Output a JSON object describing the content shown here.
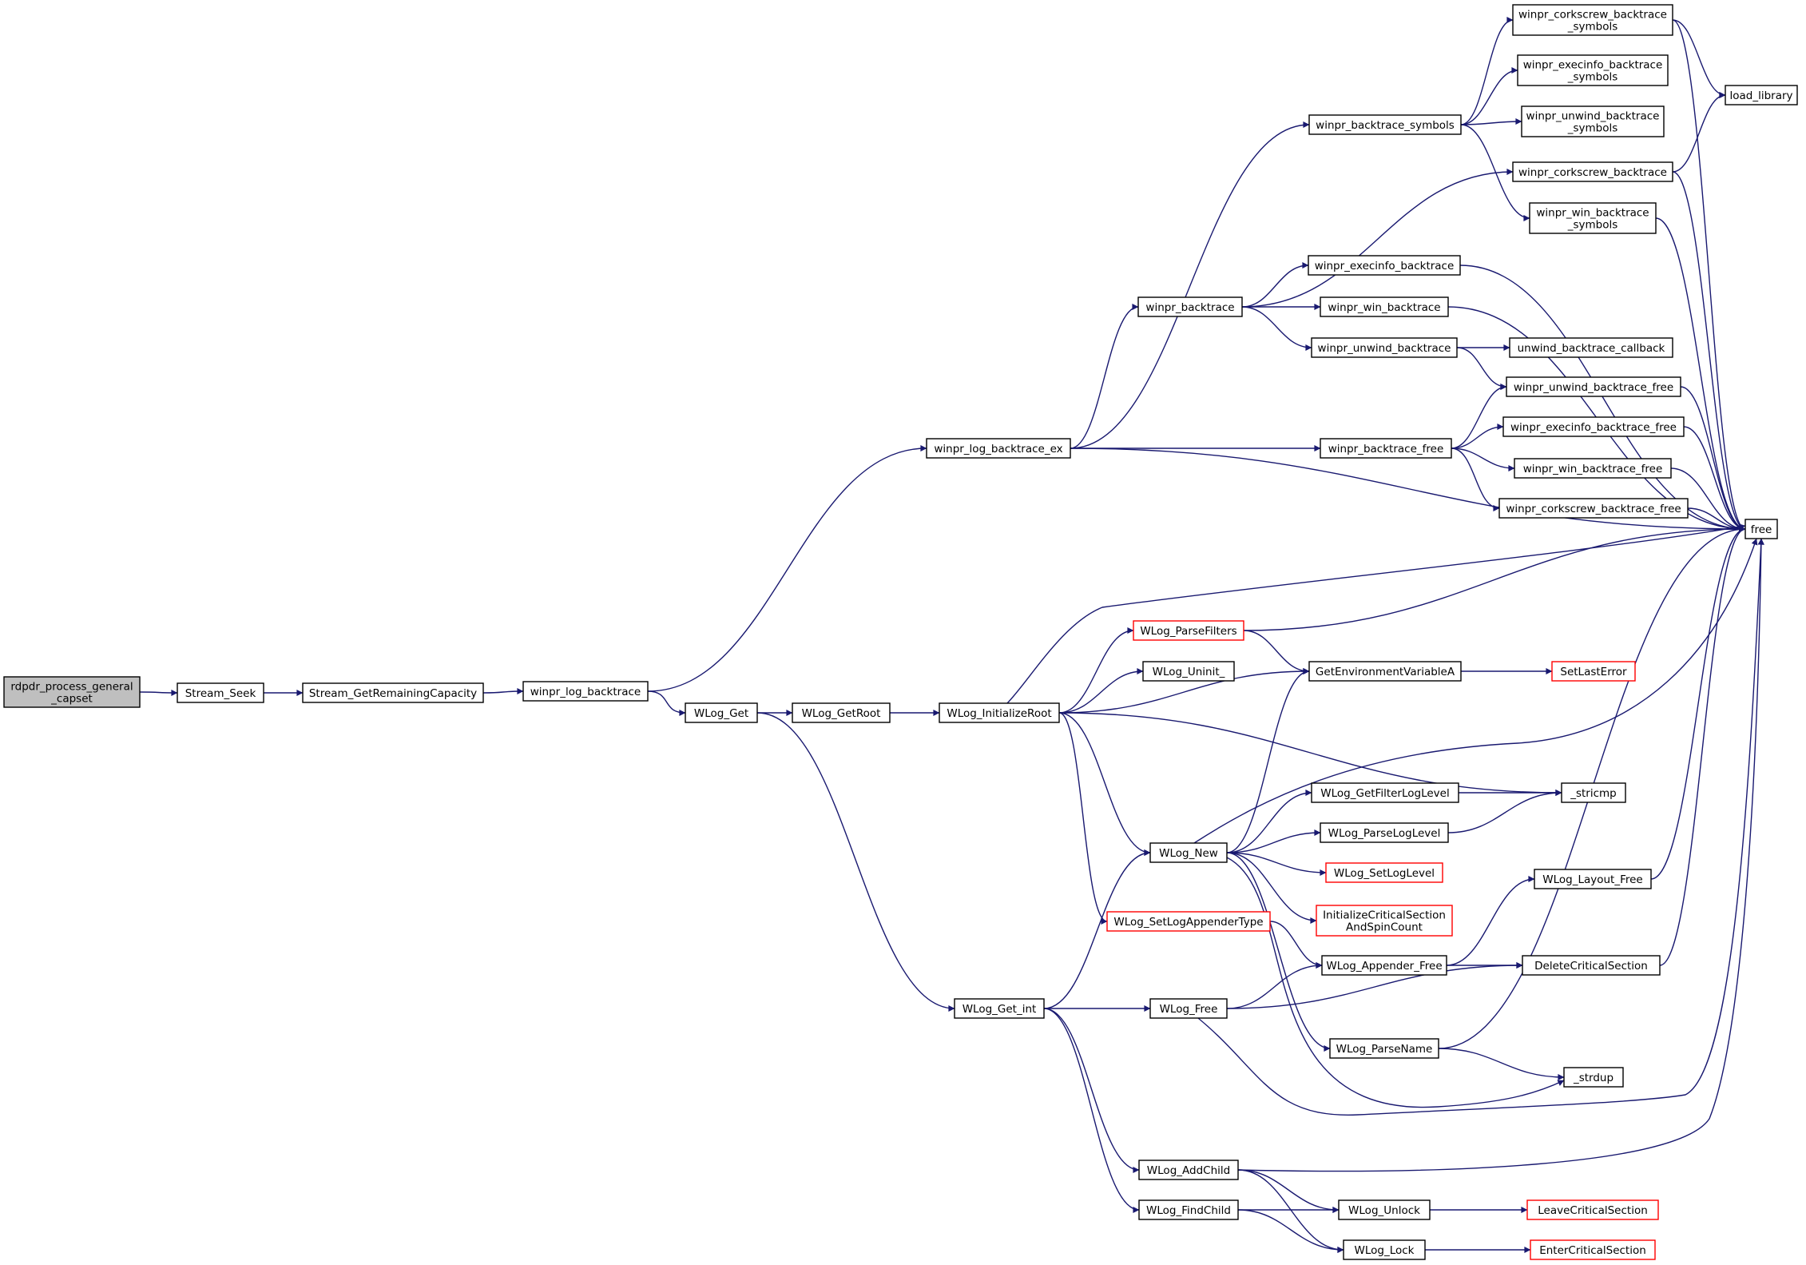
{
  "colors": {
    "edge": "#191970",
    "node_border": "#000000",
    "node_fill": "#ffffff",
    "root_fill": "#bfbfbf",
    "truncated_border": "#ff0000"
  },
  "nodes": {
    "rdpdr_process_general_capset": {
      "lines": [
        "rdpdr_process_general",
        "_capset"
      ],
      "style": "root"
    },
    "Stream_Seek": {
      "lines": [
        "Stream_Seek"
      ],
      "style": "normal"
    },
    "Stream_GetRemainingCapacity": {
      "lines": [
        "Stream_GetRemainingCapacity"
      ],
      "style": "normal"
    },
    "winpr_log_backtrace": {
      "lines": [
        "winpr_log_backtrace"
      ],
      "style": "normal"
    },
    "WLog_Get": {
      "lines": [
        "WLog_Get"
      ],
      "style": "normal"
    },
    "winpr_log_backtrace_ex": {
      "lines": [
        "winpr_log_backtrace_ex"
      ],
      "style": "normal"
    },
    "WLog_GetRoot": {
      "lines": [
        "WLog_GetRoot"
      ],
      "style": "normal"
    },
    "WLog_InitializeRoot": {
      "lines": [
        "WLog_InitializeRoot"
      ],
      "style": "normal"
    },
    "WLog_Get_int": {
      "lines": [
        "WLog_Get_int"
      ],
      "style": "normal"
    },
    "winpr_backtrace": {
      "lines": [
        "winpr_backtrace"
      ],
      "style": "normal"
    },
    "winpr_backtrace_symbols": {
      "lines": [
        "winpr_backtrace_symbols"
      ],
      "style": "normal"
    },
    "winpr_backtrace_free": {
      "lines": [
        "winpr_backtrace_free"
      ],
      "style": "normal"
    },
    "winpr_corkscrew_backtrace_symbols": {
      "lines": [
        "winpr_corkscrew_backtrace",
        "_symbols"
      ],
      "style": "normal"
    },
    "winpr_execinfo_backtrace_symbols": {
      "lines": [
        "winpr_execinfo_backtrace",
        "_symbols"
      ],
      "style": "normal"
    },
    "winpr_unwind_backtrace_symbols": {
      "lines": [
        "winpr_unwind_backtrace",
        "_symbols"
      ],
      "style": "normal"
    },
    "winpr_win_backtrace_symbols": {
      "lines": [
        "winpr_win_backtrace",
        "_symbols"
      ],
      "style": "normal"
    },
    "winpr_corkscrew_backtrace": {
      "lines": [
        "winpr_corkscrew_backtrace"
      ],
      "style": "normal"
    },
    "winpr_execinfo_backtrace": {
      "lines": [
        "winpr_execinfo_backtrace"
      ],
      "style": "normal"
    },
    "winpr_win_backtrace": {
      "lines": [
        "winpr_win_backtrace"
      ],
      "style": "normal"
    },
    "winpr_unwind_backtrace": {
      "lines": [
        "winpr_unwind_backtrace"
      ],
      "style": "normal"
    },
    "unwind_backtrace_callback": {
      "lines": [
        "unwind_backtrace_callback"
      ],
      "style": "normal"
    },
    "winpr_unwind_backtrace_free": {
      "lines": [
        "winpr_unwind_backtrace_free"
      ],
      "style": "normal"
    },
    "winpr_execinfo_backtrace_free": {
      "lines": [
        "winpr_execinfo_backtrace_free"
      ],
      "style": "normal"
    },
    "winpr_win_backtrace_free": {
      "lines": [
        "winpr_win_backtrace_free"
      ],
      "style": "normal"
    },
    "winpr_corkscrew_backtrace_free": {
      "lines": [
        "winpr_corkscrew_backtrace_free"
      ],
      "style": "normal"
    },
    "load_library": {
      "lines": [
        "load_library"
      ],
      "style": "normal"
    },
    "free": {
      "lines": [
        "free"
      ],
      "style": "normal"
    },
    "WLog_ParseFilters": {
      "lines": [
        "WLog_ParseFilters"
      ],
      "style": "truncated"
    },
    "WLog_Uninit_": {
      "lines": [
        "WLog_Uninit_"
      ],
      "style": "normal"
    },
    "GetEnvironmentVariableA": {
      "lines": [
        "GetEnvironmentVariableA"
      ],
      "style": "normal"
    },
    "SetLastError": {
      "lines": [
        "SetLastError"
      ],
      "style": "truncated"
    },
    "WLog_New": {
      "lines": [
        "WLog_New"
      ],
      "style": "normal"
    },
    "WLog_SetLogAppenderType": {
      "lines": [
        "WLog_SetLogAppenderType"
      ],
      "style": "truncated"
    },
    "WLog_GetFilterLogLevel": {
      "lines": [
        "WLog_GetFilterLogLevel"
      ],
      "style": "normal"
    },
    "WLog_ParseLogLevel": {
      "lines": [
        "WLog_ParseLogLevel"
      ],
      "style": "normal"
    },
    "WLog_SetLogLevel": {
      "lines": [
        "WLog_SetLogLevel"
      ],
      "style": "truncated"
    },
    "InitializeCriticalSectionAndSpinCount": {
      "lines": [
        "InitializeCriticalSection",
        "AndSpinCount"
      ],
      "style": "truncated"
    },
    "_stricmp": {
      "lines": [
        "_stricmp"
      ],
      "style": "normal"
    },
    "WLog_Layout_Free": {
      "lines": [
        "WLog_Layout_Free"
      ],
      "style": "normal"
    },
    "WLog_Appender_Free": {
      "lines": [
        "WLog_Appender_Free"
      ],
      "style": "normal"
    },
    "DeleteCriticalSection": {
      "lines": [
        "DeleteCriticalSection"
      ],
      "style": "normal"
    },
    "WLog_Free": {
      "lines": [
        "WLog_Free"
      ],
      "style": "normal"
    },
    "WLog_ParseName": {
      "lines": [
        "WLog_ParseName"
      ],
      "style": "normal"
    },
    "_strdup": {
      "lines": [
        "_strdup"
      ],
      "style": "normal"
    },
    "WLog_AddChild": {
      "lines": [
        "WLog_AddChild"
      ],
      "style": "normal"
    },
    "WLog_FindChild": {
      "lines": [
        "WLog_FindChild"
      ],
      "style": "normal"
    },
    "WLog_Unlock": {
      "lines": [
        "WLog_Unlock"
      ],
      "style": "normal"
    },
    "WLog_Lock": {
      "lines": [
        "WLog_Lock"
      ],
      "style": "normal"
    },
    "LeaveCriticalSection": {
      "lines": [
        "LeaveCriticalSection"
      ],
      "style": "truncated"
    },
    "EnterCriticalSection": {
      "lines": [
        "EnterCriticalSection"
      ],
      "style": "truncated"
    }
  },
  "edges": [
    [
      "rdpdr_process_general_capset",
      "Stream_Seek"
    ],
    [
      "Stream_Seek",
      "Stream_GetRemainingCapacity"
    ],
    [
      "Stream_GetRemainingCapacity",
      "winpr_log_backtrace"
    ],
    [
      "winpr_log_backtrace",
      "winpr_log_backtrace_ex"
    ],
    [
      "winpr_log_backtrace",
      "WLog_Get"
    ],
    [
      "winpr_log_backtrace_ex",
      "winpr_backtrace_symbols"
    ],
    [
      "winpr_log_backtrace_ex",
      "winpr_backtrace"
    ],
    [
      "winpr_log_backtrace_ex",
      "winpr_backtrace_free"
    ],
    [
      "winpr_log_backtrace_ex",
      "free"
    ],
    [
      "winpr_backtrace_symbols",
      "winpr_corkscrew_backtrace_symbols"
    ],
    [
      "winpr_backtrace_symbols",
      "winpr_execinfo_backtrace_symbols"
    ],
    [
      "winpr_backtrace_symbols",
      "winpr_unwind_backtrace_symbols"
    ],
    [
      "winpr_backtrace_symbols",
      "winpr_win_backtrace_symbols"
    ],
    [
      "winpr_corkscrew_backtrace_symbols",
      "load_library"
    ],
    [
      "winpr_corkscrew_backtrace_symbols",
      "free"
    ],
    [
      "winpr_corkscrew_backtrace",
      "load_library"
    ],
    [
      "winpr_corkscrew_backtrace",
      "free"
    ],
    [
      "winpr_win_backtrace_symbols",
      "free"
    ],
    [
      "winpr_backtrace",
      "winpr_corkscrew_backtrace"
    ],
    [
      "winpr_backtrace",
      "winpr_execinfo_backtrace"
    ],
    [
      "winpr_backtrace",
      "winpr_win_backtrace"
    ],
    [
      "winpr_backtrace",
      "winpr_unwind_backtrace"
    ],
    [
      "winpr_execinfo_backtrace",
      "free"
    ],
    [
      "winpr_win_backtrace",
      "free"
    ],
    [
      "winpr_unwind_backtrace",
      "unwind_backtrace_callback"
    ],
    [
      "winpr_unwind_backtrace",
      "winpr_unwind_backtrace_free"
    ],
    [
      "winpr_unwind_backtrace_free",
      "free"
    ],
    [
      "winpr_backtrace_free",
      "winpr_unwind_backtrace_free"
    ],
    [
      "winpr_backtrace_free",
      "winpr_execinfo_backtrace_free"
    ],
    [
      "winpr_backtrace_free",
      "winpr_win_backtrace_free"
    ],
    [
      "winpr_backtrace_free",
      "winpr_corkscrew_backtrace_free"
    ],
    [
      "winpr_execinfo_backtrace_free",
      "free"
    ],
    [
      "winpr_win_backtrace_free",
      "free"
    ],
    [
      "winpr_corkscrew_backtrace_free",
      "free"
    ],
    [
      "WLog_Get",
      "WLog_GetRoot"
    ],
    [
      "WLog_Get",
      "WLog_Get_int"
    ],
    [
      "WLog_GetRoot",
      "WLog_InitializeRoot"
    ],
    [
      "WLog_InitializeRoot",
      "free"
    ],
    [
      "WLog_InitializeRoot",
      "WLog_ParseFilters"
    ],
    [
      "WLog_InitializeRoot",
      "WLog_Uninit_"
    ],
    [
      "WLog_InitializeRoot",
      "GetEnvironmentVariableA"
    ],
    [
      "WLog_InitializeRoot",
      "_stricmp"
    ],
    [
      "WLog_InitializeRoot",
      "WLog_New"
    ],
    [
      "WLog_InitializeRoot",
      "WLog_SetLogAppenderType"
    ],
    [
      "WLog_ParseFilters",
      "free"
    ],
    [
      "WLog_ParseFilters",
      "GetEnvironmentVariableA"
    ],
    [
      "GetEnvironmentVariableA",
      "SetLastError"
    ],
    [
      "WLog_New",
      "GetEnvironmentVariableA"
    ],
    [
      "WLog_New",
      "free"
    ],
    [
      "WLog_New",
      "WLog_GetFilterLogLevel"
    ],
    [
      "WLog_New",
      "WLog_ParseLogLevel"
    ],
    [
      "WLog_New",
      "WLog_SetLogLevel"
    ],
    [
      "WLog_New",
      "InitializeCriticalSectionAndSpinCount"
    ],
    [
      "WLog_New",
      "WLog_ParseName"
    ],
    [
      "WLog_New",
      "_strdup"
    ],
    [
      "WLog_GetFilterLogLevel",
      "_stricmp"
    ],
    [
      "WLog_ParseLogLevel",
      "_stricmp"
    ],
    [
      "WLog_SetLogAppenderType",
      "WLog_Appender_Free"
    ],
    [
      "WLog_Appender_Free",
      "WLog_Layout_Free"
    ],
    [
      "WLog_Appender_Free",
      "DeleteCriticalSection"
    ],
    [
      "WLog_Layout_Free",
      "free"
    ],
    [
      "DeleteCriticalSection",
      "free"
    ],
    [
      "WLog_Get_int",
      "WLog_New"
    ],
    [
      "WLog_Get_int",
      "WLog_Free"
    ],
    [
      "WLog_Get_int",
      "WLog_AddChild"
    ],
    [
      "WLog_Get_int",
      "WLog_FindChild"
    ],
    [
      "WLog_Free",
      "WLog_Appender_Free"
    ],
    [
      "WLog_Free",
      "DeleteCriticalSection"
    ],
    [
      "WLog_Free",
      "free"
    ],
    [
      "WLog_ParseName",
      "free"
    ],
    [
      "WLog_ParseName",
      "_strdup"
    ],
    [
      "WLog_AddChild",
      "free"
    ],
    [
      "WLog_AddChild",
      "WLog_Unlock"
    ],
    [
      "WLog_AddChild",
      "WLog_Lock"
    ],
    [
      "WLog_FindChild",
      "WLog_Unlock"
    ],
    [
      "WLog_FindChild",
      "WLog_Lock"
    ],
    [
      "WLog_Unlock",
      "LeaveCriticalSection"
    ],
    [
      "WLog_Lock",
      "EnterCriticalSection"
    ]
  ]
}
